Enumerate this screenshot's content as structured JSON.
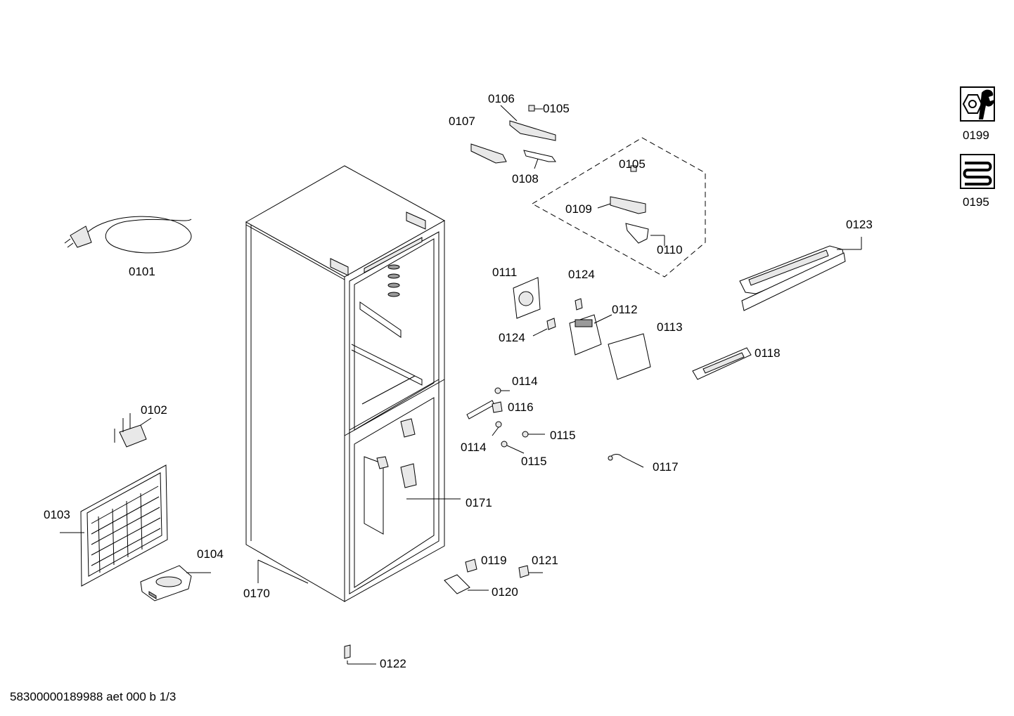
{
  "footer": {
    "document_code": "58300000189988 aet 000 b 1/3"
  },
  "part_labels": {
    "p0101": "0101",
    "p0102": "0102",
    "p0103": "0103",
    "p0104": "0104",
    "p0105a": "0105",
    "p0105b": "0105",
    "p0106": "0106",
    "p0107": "0107",
    "p0108": "0108",
    "p0109": "0109",
    "p0110": "0110",
    "p0111": "0111",
    "p0112": "0112",
    "p0113": "0113",
    "p0114a": "0114",
    "p0114b": "0114",
    "p0115a": "0115",
    "p0115b": "0115",
    "p0116": "0116",
    "p0117": "0117",
    "p0118": "0118",
    "p0119": "0119",
    "p0120": "0120",
    "p0121": "0121",
    "p0122": "0122",
    "p0123": "0123",
    "p0124a": "0124",
    "p0124b": "0124",
    "p0170": "0170",
    "p0171": "0171"
  },
  "legend": [
    {
      "label": "0199",
      "icon": "wrench-nut-icon"
    },
    {
      "label": "0195",
      "icon": "evaporator-coil-icon"
    }
  ]
}
